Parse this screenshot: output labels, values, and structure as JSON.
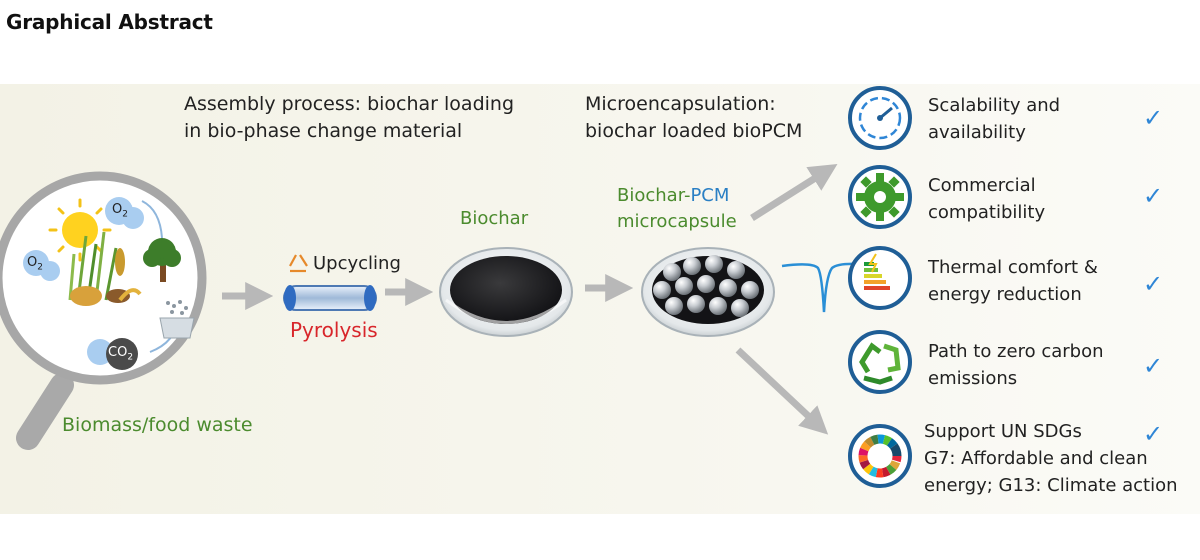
{
  "page_title": "Graphical Abstract",
  "headings": {
    "assembly_line1": "Assembly process: biochar loading",
    "assembly_line2": "in bio-phase change material",
    "micro_line1": "Microencapsulation:",
    "micro_line2": "biochar loaded bioPCM"
  },
  "labels": {
    "o2_a": "O",
    "o2_b": "O",
    "o2_sub": "2",
    "co2": "CO",
    "co2_sub": "2",
    "biomass": "Biomass/food waste",
    "upcycling": "Upcycling",
    "pyrolysis": "Pyrolysis",
    "biochar": "Biochar",
    "capsule_part1": "Biochar-",
    "capsule_part2": "PCM",
    "capsule_line2": "microcapsule"
  },
  "benefits": [
    {
      "line1": "Scalability and",
      "line2": "availability",
      "icon": "dashboard-clock-icon"
    },
    {
      "line1": "Commercial",
      "line2": "compatibility",
      "icon": "gear-icon"
    },
    {
      "line1": "Thermal comfort &",
      "line2": "energy reduction",
      "icon": "energy-rating-icon"
    },
    {
      "line1": "Path to zero carbon",
      "line2": "emissions",
      "icon": "recycle-icon"
    },
    {
      "line1": "Support UN SDGs",
      "line2": "G7: Affordable and clean",
      "line3": "energy; G13: Climate action",
      "icon": "sdg-wheel-icon"
    }
  ],
  "check_mark": "✓",
  "colors": {
    "green_text": "#4b8b2e",
    "blue_text": "#2a7fc4",
    "red_text": "#d8262b",
    "check_blue": "#2f86d6",
    "arrow_grey": "#b8b8b8",
    "icon_ring": "#1f5e96"
  }
}
